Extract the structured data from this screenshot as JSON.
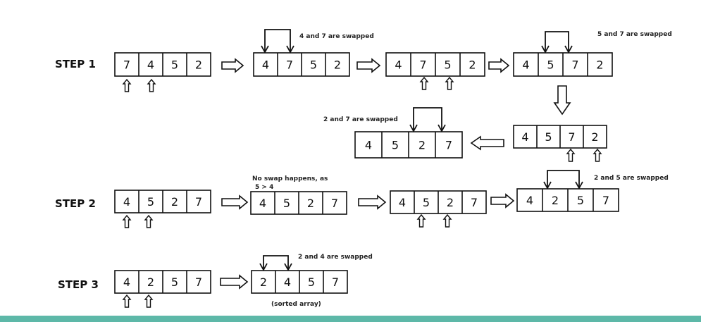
{
  "header": {
    "cut_title": "",
    "accent_color": "#2e9b6d"
  },
  "footer": {
    "bar_color": "#5db8a8"
  },
  "steps": [
    {
      "id": "s1",
      "label": "STEP 1"
    },
    {
      "id": "s2",
      "label": "STEP 2"
    },
    {
      "id": "s3",
      "label": "STEP 3"
    }
  ],
  "arrays": [
    {
      "id": "s1a",
      "values": [
        "7",
        "4",
        "5",
        "2"
      ]
    },
    {
      "id": "s1b",
      "values": [
        "4",
        "7",
        "5",
        "2"
      ]
    },
    {
      "id": "s1c",
      "values": [
        "4",
        "7",
        "5",
        "2"
      ]
    },
    {
      "id": "s1d",
      "values": [
        "4",
        "5",
        "7",
        "2"
      ]
    },
    {
      "id": "s1e",
      "values": [
        "4",
        "5",
        "7",
        "2"
      ]
    },
    {
      "id": "s1f",
      "values": [
        "4",
        "5",
        "2",
        "7"
      ]
    },
    {
      "id": "s2a",
      "values": [
        "4",
        "5",
        "2",
        "7"
      ]
    },
    {
      "id": "s2b",
      "values": [
        "4",
        "5",
        "2",
        "7"
      ]
    },
    {
      "id": "s2c",
      "values": [
        "4",
        "5",
        "2",
        "7"
      ]
    },
    {
      "id": "s2d",
      "values": [
        "4",
        "2",
        "5",
        "7"
      ]
    },
    {
      "id": "s3a",
      "values": [
        "4",
        "2",
        "5",
        "7"
      ]
    },
    {
      "id": "s3b",
      "values": [
        "2",
        "4",
        "5",
        "7"
      ]
    }
  ],
  "annotations": [
    {
      "id": "n1",
      "text": "4 and 7 are swapped"
    },
    {
      "id": "n2",
      "text": "5 and 7 are swapped"
    },
    {
      "id": "n3",
      "text": "2 and 7 are swapped"
    },
    {
      "id": "n4",
      "text": "No swap happens, as"
    },
    {
      "id": "n5",
      "text": "5 > 4"
    },
    {
      "id": "n6",
      "text": "2 and 5 are swapped"
    },
    {
      "id": "n7",
      "text": "2 and 4 are swapped"
    },
    {
      "id": "n8",
      "text": "(sorted array)"
    }
  ]
}
